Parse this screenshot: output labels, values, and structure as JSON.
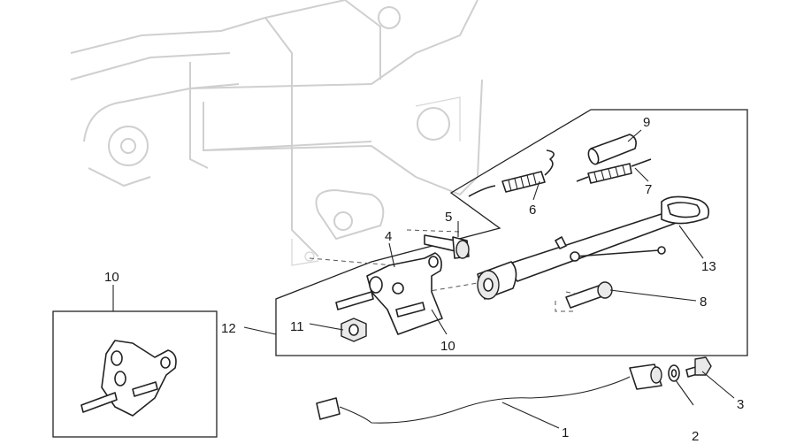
{
  "diagram": {
    "callouts": [
      {
        "id": "c1",
        "text": "1"
      },
      {
        "id": "c2",
        "text": "2"
      },
      {
        "id": "c3",
        "text": "3"
      },
      {
        "id": "c4",
        "text": "4"
      },
      {
        "id": "c5",
        "text": "5"
      },
      {
        "id": "c6",
        "text": "6"
      },
      {
        "id": "c7",
        "text": "7"
      },
      {
        "id": "c8",
        "text": "8"
      },
      {
        "id": "c9",
        "text": "9"
      },
      {
        "id": "c10a",
        "text": "10"
      },
      {
        "id": "c10b",
        "text": "10"
      },
      {
        "id": "c11",
        "text": "11"
      },
      {
        "id": "c12",
        "text": "12"
      },
      {
        "id": "c13",
        "text": "13"
      }
    ]
  }
}
